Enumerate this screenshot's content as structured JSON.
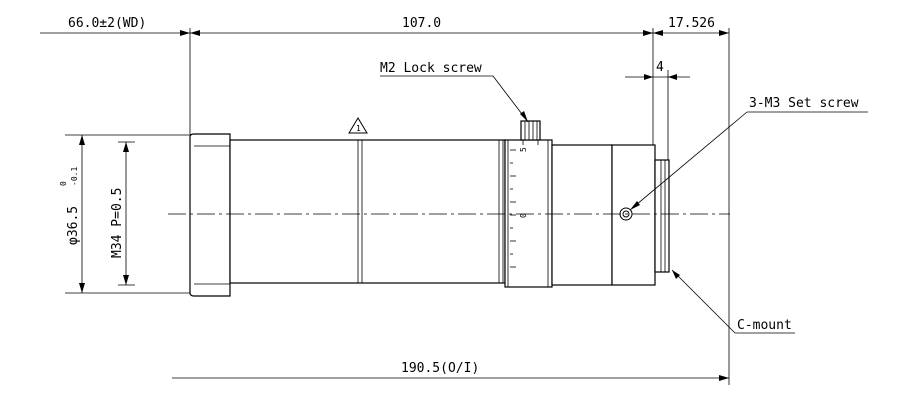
{
  "dimensions": {
    "wd": "66.0±2(WD)",
    "body_length": "107.0",
    "flange": "17.526",
    "flange_small": "4",
    "overall": "190.5(O/I)",
    "diameter": "φ36.5",
    "diameter_tol_upper": "0",
    "diameter_tol_lower": "-0.1",
    "thread": "M34 P=0.5"
  },
  "callouts": {
    "lock_screw": "M2 Lock screw",
    "set_screw": "3-M3 Set screw",
    "mount": "C-mount",
    "revision_mark": "1"
  },
  "scale_marks": [
    "5",
    "0"
  ]
}
